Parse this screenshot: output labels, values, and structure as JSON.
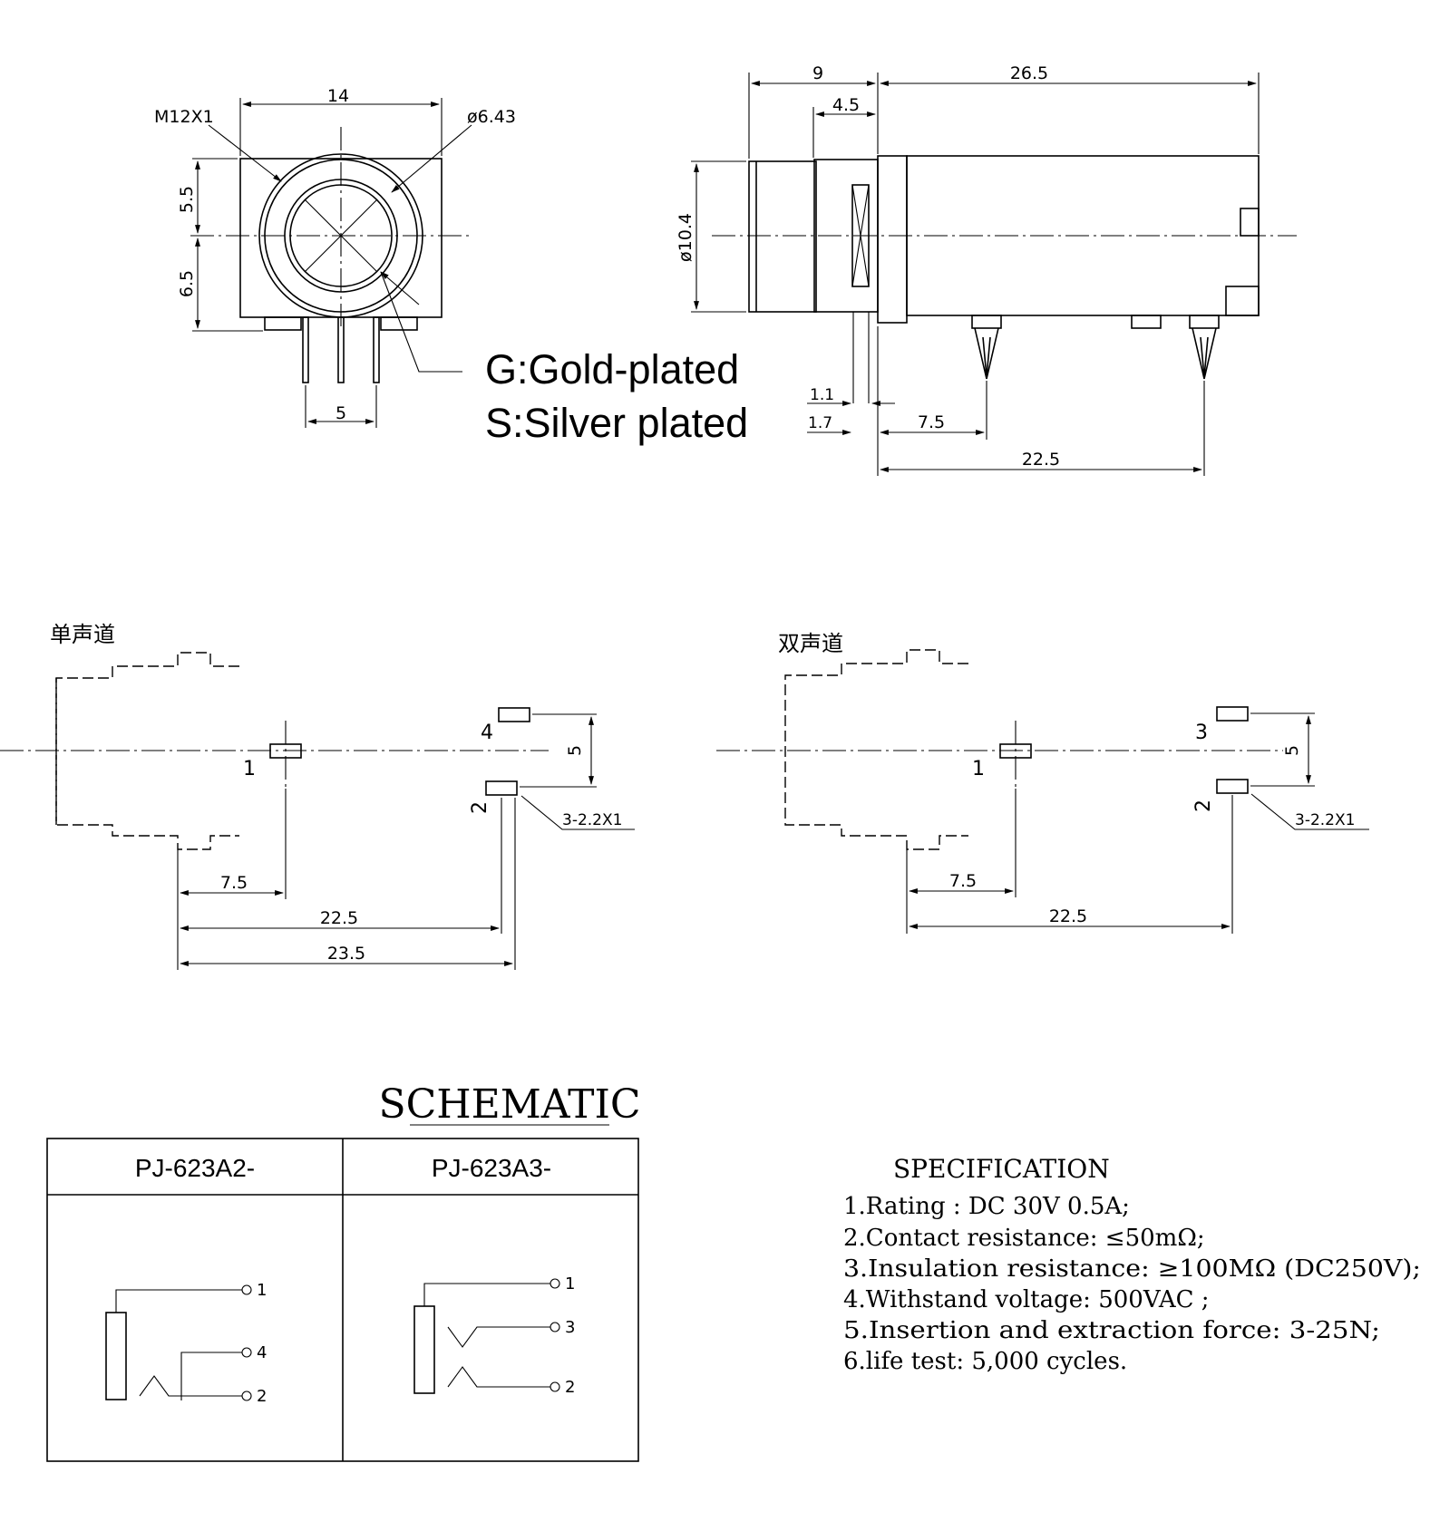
{
  "front_view": {
    "dim_width": "14",
    "thread": "M12X1",
    "diameter": "ø6.43",
    "dim_upper": "5.5",
    "dim_lower": "6.5",
    "pin_pitch": "5"
  },
  "plating": {
    "gold": "G:Gold-plated",
    "silver": "S:Silver plated"
  },
  "side_view": {
    "dim_front": "9",
    "dim_body": "26.5",
    "dim_flange": "4.5",
    "diameter": "ø10.4",
    "dim_a": "1.1",
    "dim_b": "1.7",
    "dim_c": "7.5",
    "dim_d": "22.5"
  },
  "mono_layout": {
    "title": "单声道",
    "pin1": "1",
    "pin4": "4",
    "pin2": "2",
    "dim_spacing": "5",
    "hole_note": "3-2.2X1",
    "dim_a": "7.5",
    "dim_b": "22.5",
    "dim_c": "23.5"
  },
  "stereo_layout": {
    "title": "双声道",
    "pin1": "1",
    "pin3": "3",
    "pin2": "2",
    "dim_spacing": "5",
    "hole_note": "3-2.2X1",
    "dim_a": "7.5",
    "dim_b": "22.5"
  },
  "schematic": {
    "title": "SCHEMATIC",
    "col1": "PJ-623A2-",
    "col2": "PJ-623A3-",
    "a2_pins": [
      "1",
      "4",
      "2"
    ],
    "a3_pins": [
      "1",
      "3",
      "2"
    ]
  },
  "specification": {
    "title": "SPECIFICATION",
    "items": [
      "1.Rating : DC 30V 0.5A;",
      "2.Contact resistance: ≤50mΩ;",
      "3.Insulation resistance: ≥100MΩ (DC250V);",
      "4.Withstand voltage: 500VAC ;",
      "5.Insertion and extraction force: 3-25N;",
      "6.life test: 5,000 cycles."
    ]
  }
}
